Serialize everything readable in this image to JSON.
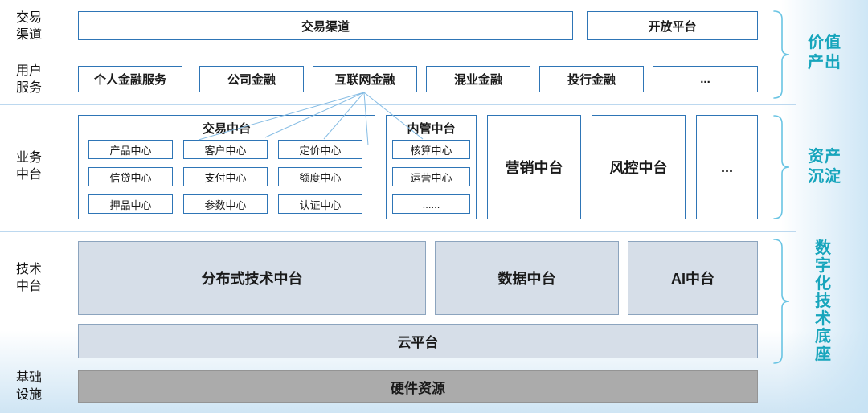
{
  "channel_row": {
    "side_label": "交易\n渠道",
    "main_box": "交易渠道",
    "open_box": "开放平台"
  },
  "user_row": {
    "side_label": "用户\n服务",
    "items": [
      "个人金融服务",
      "公司金融",
      "互联网金融",
      "混业金融",
      "投行金融",
      "..."
    ]
  },
  "business_row": {
    "side_label": "业务\n中台",
    "trade": {
      "title": "交易中台",
      "cells": [
        "产品中心",
        "客户中心",
        "定价中心",
        "信贷中心",
        "支付中心",
        "额度中心",
        "押品中心",
        "参数中心",
        "认证中心"
      ]
    },
    "internal": {
      "title": "内管中台",
      "cells": [
        "核算中心",
        "运营中心",
        "......"
      ]
    },
    "marketing": "营销中台",
    "risk": "风控中台",
    "more": "..."
  },
  "tech_row": {
    "side_label": "技术\n中台",
    "distributed": "分布式技术中台",
    "data_platform": "数据中台",
    "ai_platform": "AI中台",
    "cloud": "云平台"
  },
  "infra_row": {
    "side_label": "基础\n设施",
    "hardware": "硬件资源"
  },
  "annotations": {
    "value_output": "价值\n产出",
    "asset_deposit": "资产\n沉淀",
    "digital_base": "数\n字\n化\n技\n术\n底\n座"
  },
  "colors": {
    "border_blue": "#2E75B6",
    "divider": "#BCD8EF",
    "tech_fill": "#D6DEE8",
    "tech_border": "#8CA4BE",
    "gray_fill": "#ABABAB",
    "teal": "#17A5BC",
    "line_blue": "#85BCE4",
    "bracket_blue": "#69C4E3"
  }
}
